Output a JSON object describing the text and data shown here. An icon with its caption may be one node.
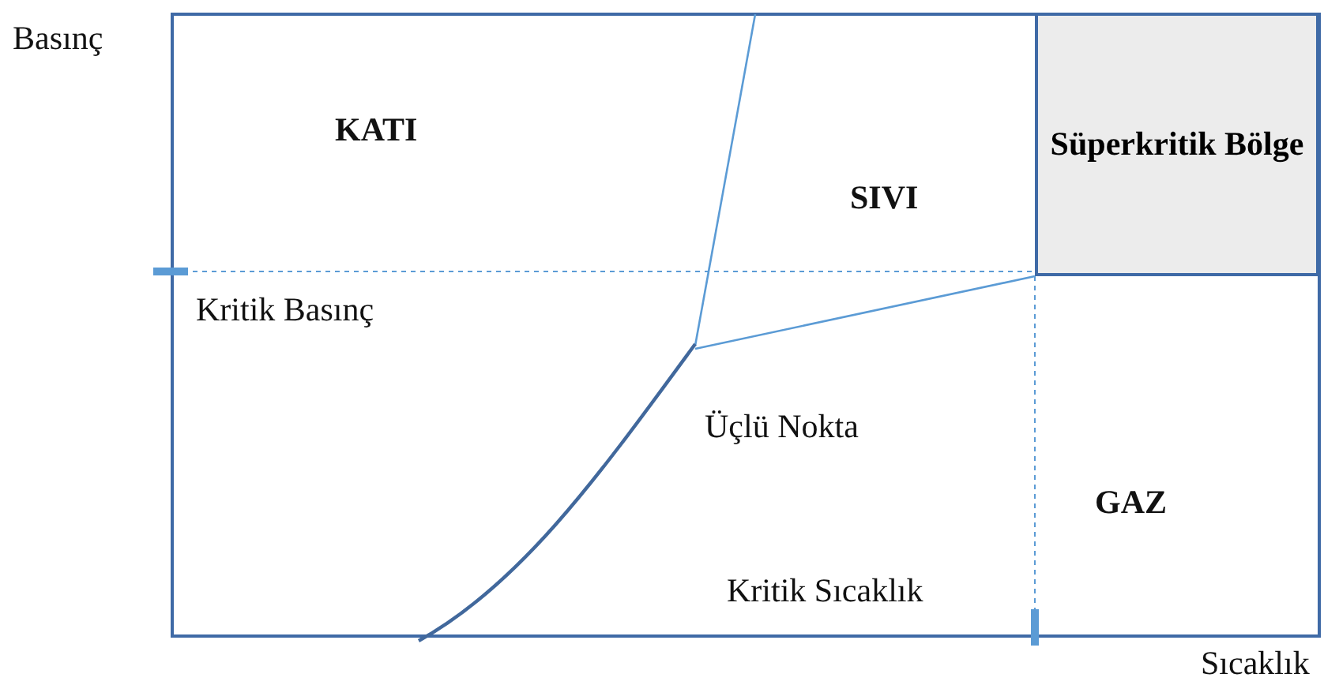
{
  "diagram": {
    "nodes": [
      {
        "text": [
          "Süperkritik Bölge"
        ]
      }
    ],
    "labels": [
      "Basınç",
      "KATI",
      "SIVI",
      "Kritik Basınç",
      "Üçlü Nokta",
      "GAZ",
      "Kritik Sıcaklık",
      "Sıcaklık"
    ]
  }
}
